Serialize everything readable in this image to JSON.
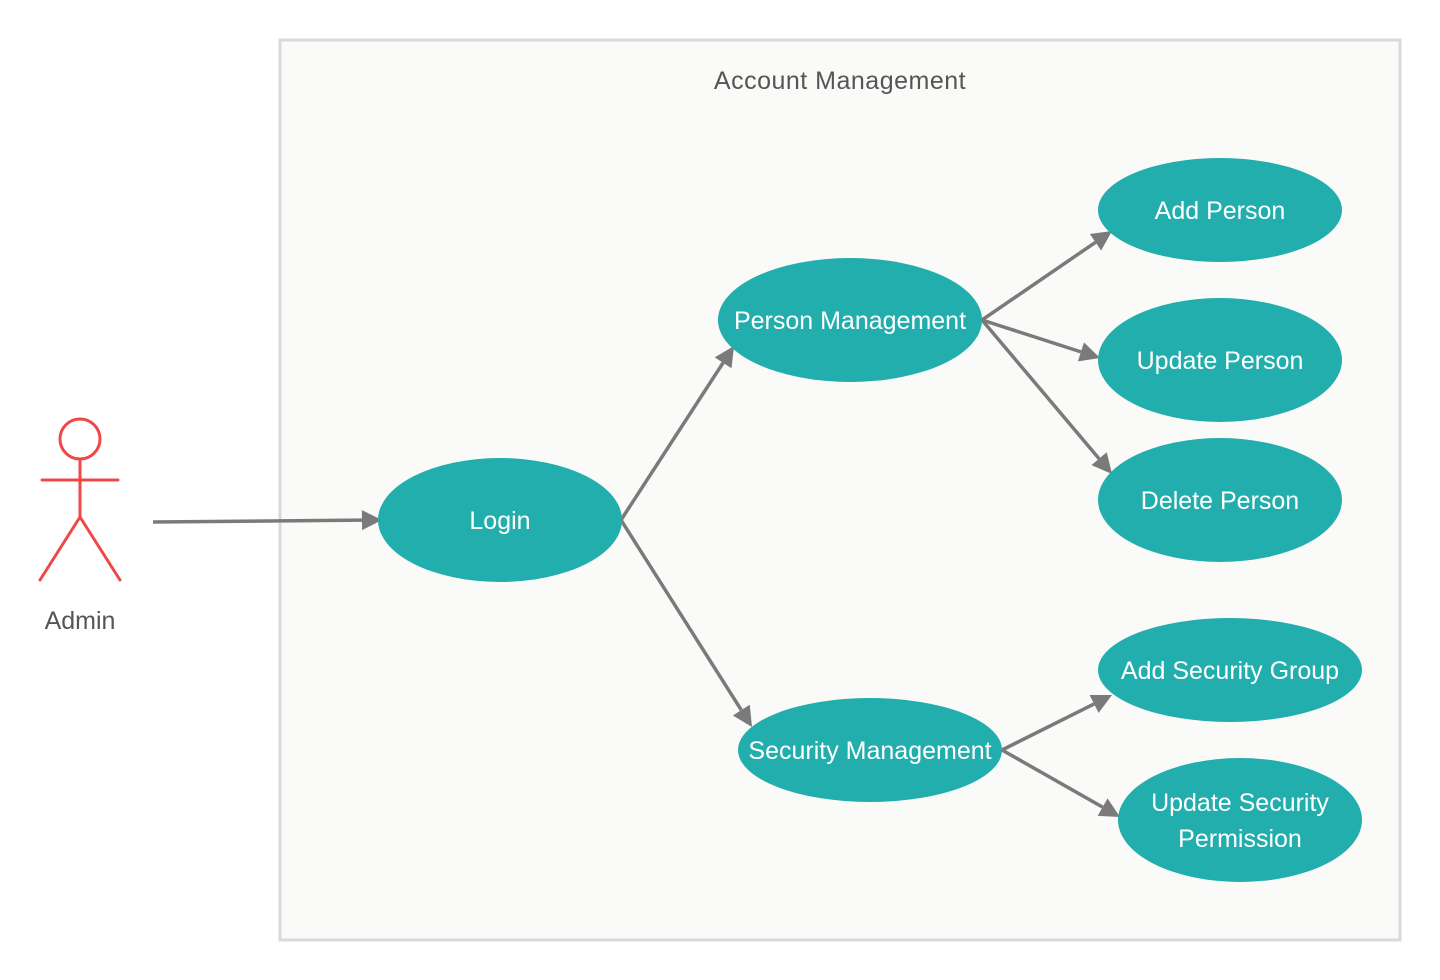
{
  "diagram": {
    "type": "use-case",
    "system": {
      "title": "Account Management"
    },
    "actor": {
      "label": "Admin",
      "color": "#f04747"
    },
    "usecases": [
      {
        "id": "login",
        "lines": [
          "Login"
        ]
      },
      {
        "id": "person-management",
        "lines": [
          "Person Management"
        ]
      },
      {
        "id": "security-management",
        "lines": [
          "Security Management"
        ]
      },
      {
        "id": "add-person",
        "lines": [
          "Add Person"
        ]
      },
      {
        "id": "update-person",
        "lines": [
          "Update Person"
        ]
      },
      {
        "id": "delete-person",
        "lines": [
          "Delete Person"
        ]
      },
      {
        "id": "add-security-group",
        "lines": [
          "Add Security Group"
        ]
      },
      {
        "id": "update-security-permission",
        "lines": [
          "Update Security",
          "Permission"
        ]
      }
    ],
    "associations": [
      {
        "from": "actor",
        "to": "login"
      },
      {
        "from": "login",
        "to": "person-management"
      },
      {
        "from": "login",
        "to": "security-management"
      },
      {
        "from": "person-management",
        "to": "add-person"
      },
      {
        "from": "person-management",
        "to": "update-person"
      },
      {
        "from": "person-management",
        "to": "delete-person"
      },
      {
        "from": "security-management",
        "to": "add-security-group"
      },
      {
        "from": "security-management",
        "to": "update-security-permission"
      }
    ],
    "colors": {
      "usecase_fill": "#23aeae",
      "usecase_text": "#ffffff",
      "arrow": "#7a7a7a",
      "boundary_fill": "#fafaf9",
      "boundary_stroke": "#d9d9d9"
    }
  }
}
